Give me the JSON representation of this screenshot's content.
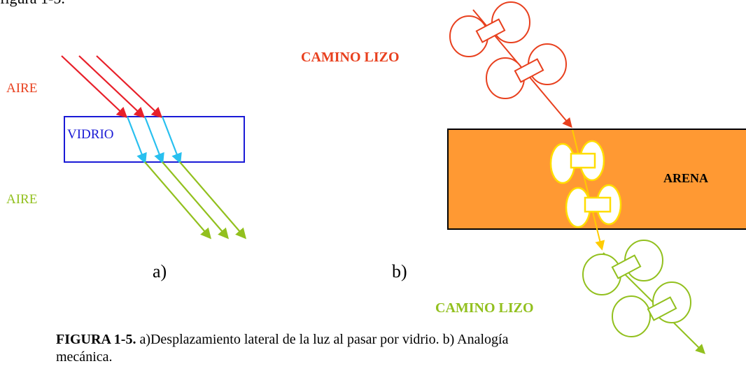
{
  "top_text": "figura 1-5.",
  "panel_a": {
    "label_top_medium": "AIRE",
    "label_glass": "VIDRIO",
    "label_bottom_medium": "AIRE",
    "sublabel": "a)"
  },
  "panel_b": {
    "label_top_path": "CAMINO LIZO",
    "label_sand": "ARENA",
    "label_bottom_path": "CAMINO LIZO",
    "sublabel": "b)"
  },
  "caption": {
    "figure_number": "FIGURA 1-5.",
    "text": " a)Desplazamiento lateral de la luz al pasar por vidrio. b) Analogía mecánica."
  },
  "colors": {
    "incident_ray": "#e8202a",
    "refracted_ray": "#29c0ef",
    "emergent_ray": "#92c01e",
    "glass_border": "#1a1ad6",
    "sand_fill": "#ff9933",
    "wheel_top": "#e8401e",
    "wheel_mid": "#ffd200",
    "wheel_bottom": "#92c01e",
    "label_red": "#e8401e",
    "label_green": "#92c01e"
  }
}
